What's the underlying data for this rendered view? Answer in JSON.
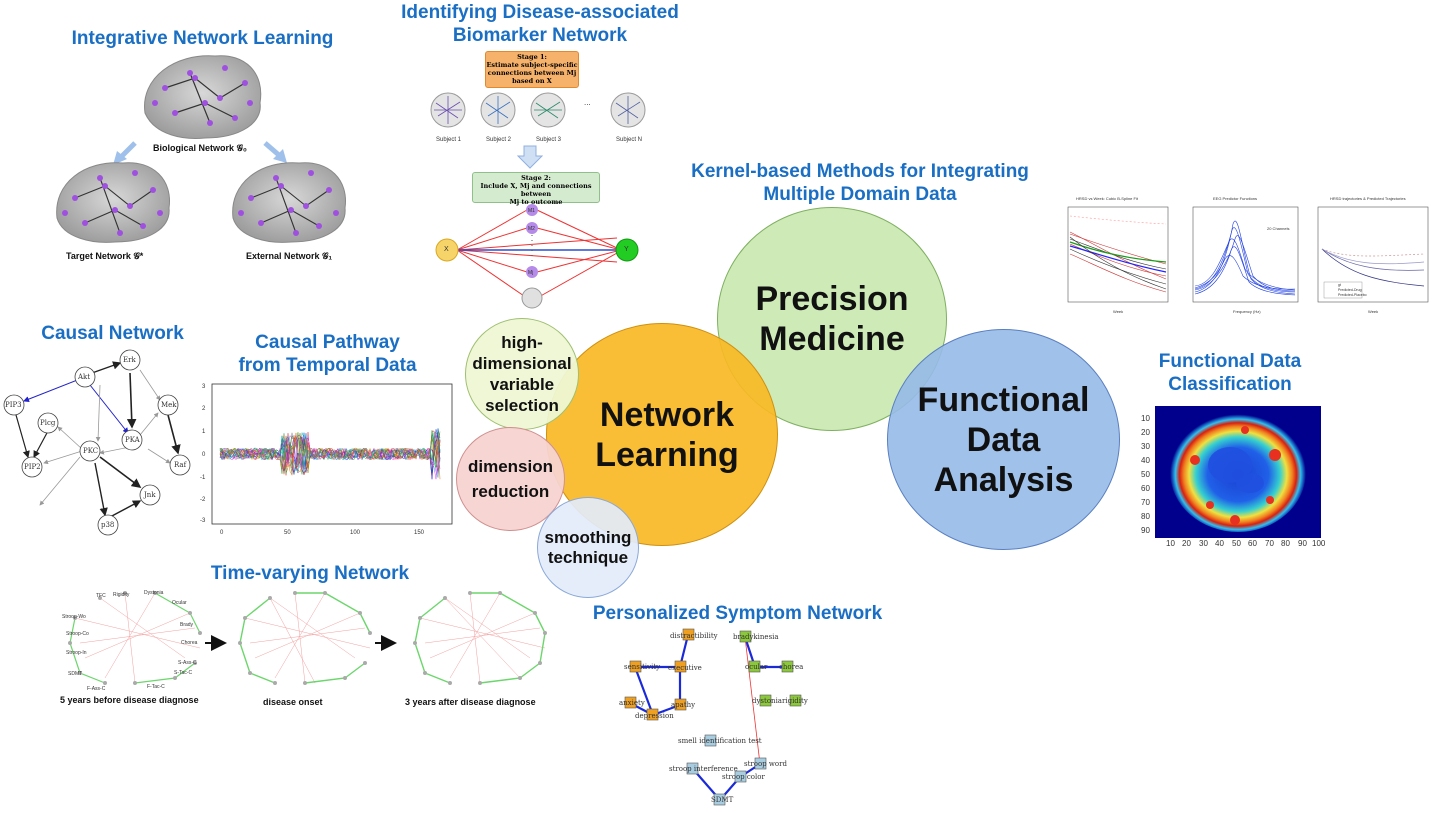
{
  "titles": {
    "integrative": "Integrative Network Learning",
    "biomarker_l1": "Identifying Disease-associated",
    "biomarker_l2": "Biomarker Network",
    "kernel_l1": "Kernel-based Methods for Integrating",
    "kernel_l2": "Multiple Domain Data",
    "causal": "Causal Network",
    "pathway_l1": "Causal Pathway",
    "pathway_l2": "from Temporal Data",
    "fdc_l1": "Functional Data",
    "fdc_l2": "Classification",
    "timevarying": "Time-varying Network",
    "personalized": "Personalized Symptom Network"
  },
  "brain_panel": {
    "biological": "Biological Network 𝒢₀",
    "target": "Target Network 𝒢*",
    "external": "External Network 𝒢₁"
  },
  "biomarker_panel": {
    "stage1_title": "Stage 1:",
    "stage1_l1": "Estimate subject-specific",
    "stage1_l2": "connections between Mj",
    "stage1_l3": "based on X",
    "subjects": [
      "Subject 1",
      "Subject 2",
      "Subject 3",
      "Subject N"
    ],
    "dots": "...",
    "stage2_title": "Stage 2:",
    "stage2_l1": "Include X, Mj and connections between",
    "stage2_l2": "Mj to outcome",
    "node_x": "X",
    "node_y": "Y",
    "mediators": [
      "M1",
      "M2",
      "Mj"
    ]
  },
  "circles": {
    "precision": "Precision Medicine",
    "network": "Network Learning",
    "functional": "Functional Data Analysis",
    "highdim": "high-dimensional variable selection",
    "dimension": "dimension reduction",
    "smoothing": "smoothing technique"
  },
  "causal_nodes": [
    "Akt",
    "Erk",
    "PIP3",
    "Plcg",
    "Mek",
    "PKA",
    "PIP2",
    "PKC",
    "Raf",
    "Jnk",
    "p38"
  ],
  "pathway_axes": {
    "yticks": [
      "3",
      "2",
      "1",
      "0",
      "-1",
      "-2",
      "-3"
    ],
    "xticks": [
      "0",
      "50",
      "100",
      "150"
    ]
  },
  "fdc_axes": {
    "yticks": [
      "10",
      "20",
      "30",
      "40",
      "50",
      "60",
      "70",
      "80",
      "90"
    ],
    "xticks": [
      "10",
      "20",
      "30",
      "40",
      "50",
      "60",
      "70",
      "80",
      "90",
      "100"
    ]
  },
  "kernel_plots": {
    "p1": "HRSD vs Week: Cubic B-Spline Fit",
    "p2": "EEG Predictor Functions",
    "p3": "HRSD trajectories & Predicted Trajectories",
    "p2_legend": "20 Channels",
    "p3_legend": [
      "gt",
      "Predicted-Drug",
      "Predicted-Placebo"
    ],
    "p1_xlabel": "Week",
    "p2_xlabel": "Frequency (Hz)",
    "p3_xlabel": "Week"
  },
  "timevarying_caps": {
    "c1": "5 years before disease diagnose",
    "c2": "disease onset",
    "c3": "3 years after disease diagnose"
  },
  "tv_nodes": [
    "TFC",
    "Rigidity",
    "Dystonia",
    "Ocular",
    "Stroop-Wo",
    "Stroop-Co",
    "Stroop-In",
    "Brady",
    "Chorea",
    "SDMT",
    "S-Ass-C",
    "S-Tac-C",
    "F-Ass-C",
    "F-Tac-C"
  ],
  "symptom_nodes": {
    "distractibility": "distractibility",
    "bradykinesia": "bradykinesia",
    "sensitivity": "sensitivity",
    "executive": "executive",
    "ocular": "ocular",
    "chorea": "chorea",
    "anxiety": "anxiety",
    "apathy": "apathy",
    "dystonia": "dystonia",
    "rigidity": "rigidity",
    "depression": "depression",
    "smell": "smell identification test",
    "stroop_word": "stroop word",
    "stroop_interference": "stroop interference",
    "stroop_color": "stroop color",
    "sdmt": "SDMT"
  },
  "colors": {
    "title_blue": "#1a6fc4",
    "precision_fill": "#c9e8b0",
    "network_fill": "#f9b824",
    "functional_fill": "#9fbfe8",
    "highdim_fill": "#eef7d4",
    "dimension_fill": "#f6d3d0",
    "smoothing_fill": "#e3ecfa"
  }
}
